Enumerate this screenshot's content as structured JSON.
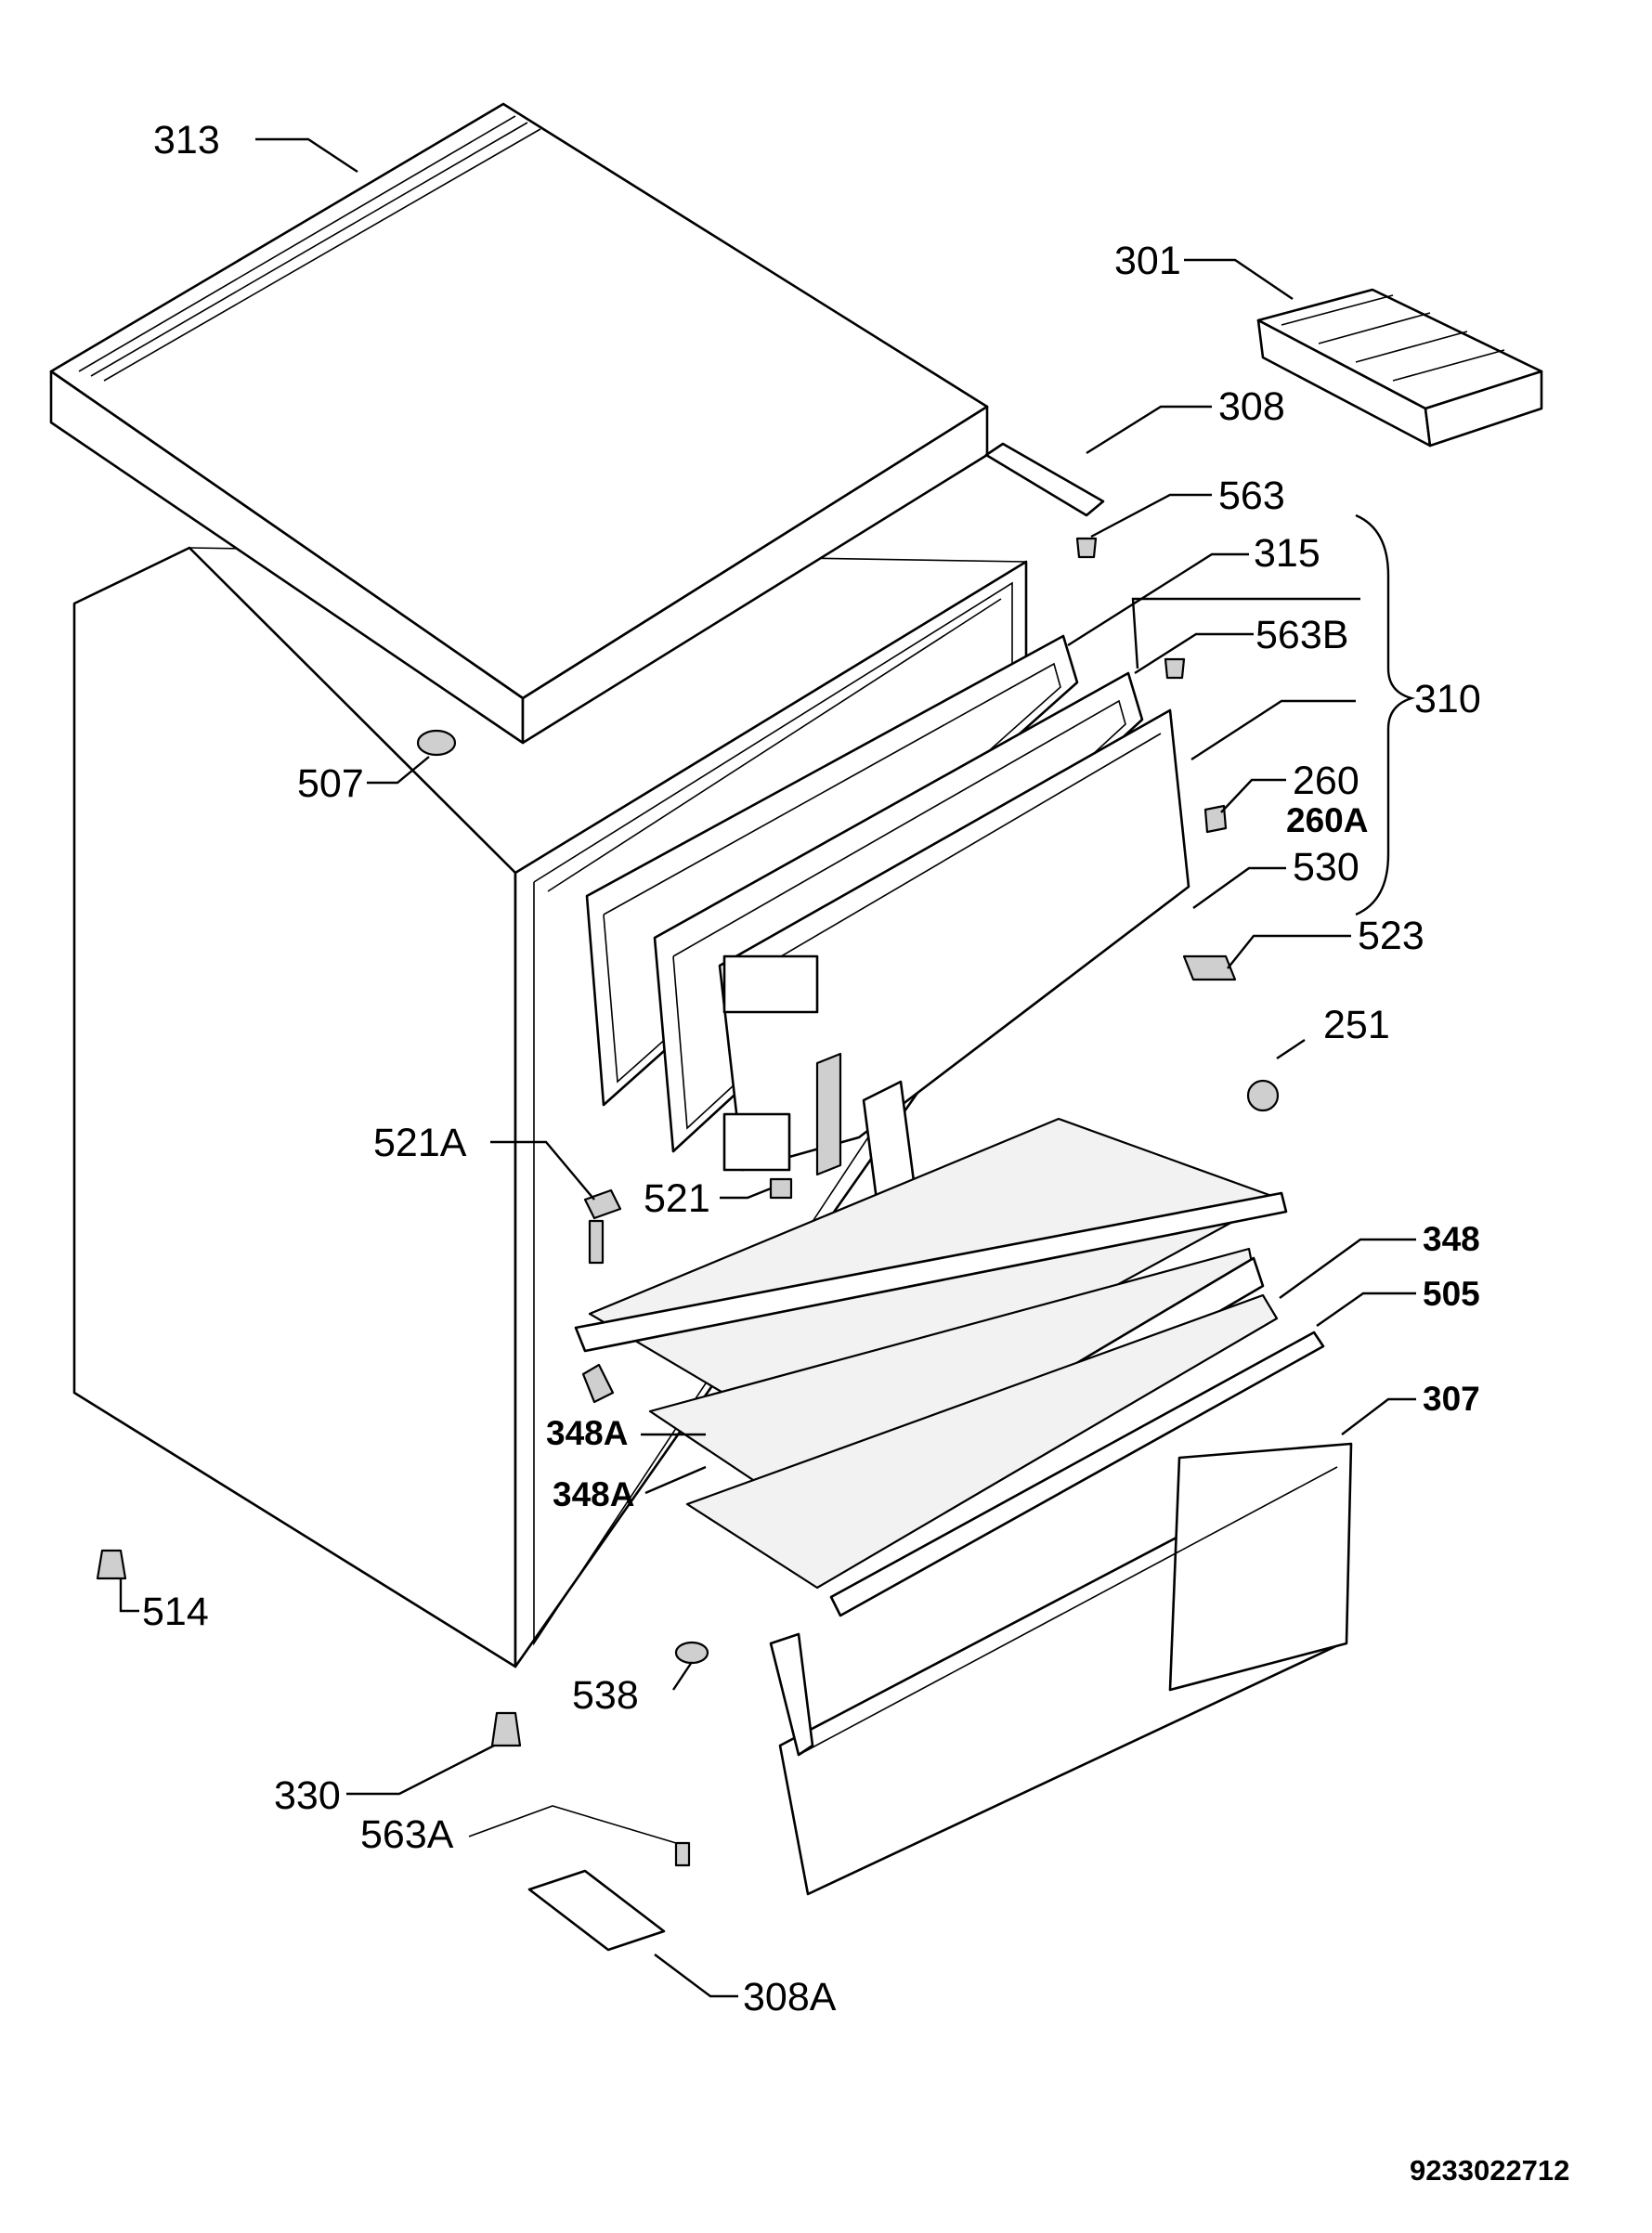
{
  "document_number": "9233022712",
  "parts": [
    {
      "id": "313"
    },
    {
      "id": "301"
    },
    {
      "id": "308"
    },
    {
      "id": "563"
    },
    {
      "id": "315"
    },
    {
      "id": "563B"
    },
    {
      "id": "310"
    },
    {
      "id": "260"
    },
    {
      "id": "260A"
    },
    {
      "id": "530"
    },
    {
      "id": "523"
    },
    {
      "id": "251"
    },
    {
      "id": "507"
    },
    {
      "id": "521A"
    },
    {
      "id": "521"
    },
    {
      "id": "348"
    },
    {
      "id": "505"
    },
    {
      "id": "307"
    },
    {
      "id": "348A"
    },
    {
      "id": "348A"
    },
    {
      "id": "514"
    },
    {
      "id": "538"
    },
    {
      "id": "330"
    },
    {
      "id": "563A"
    },
    {
      "id": "308A"
    }
  ]
}
